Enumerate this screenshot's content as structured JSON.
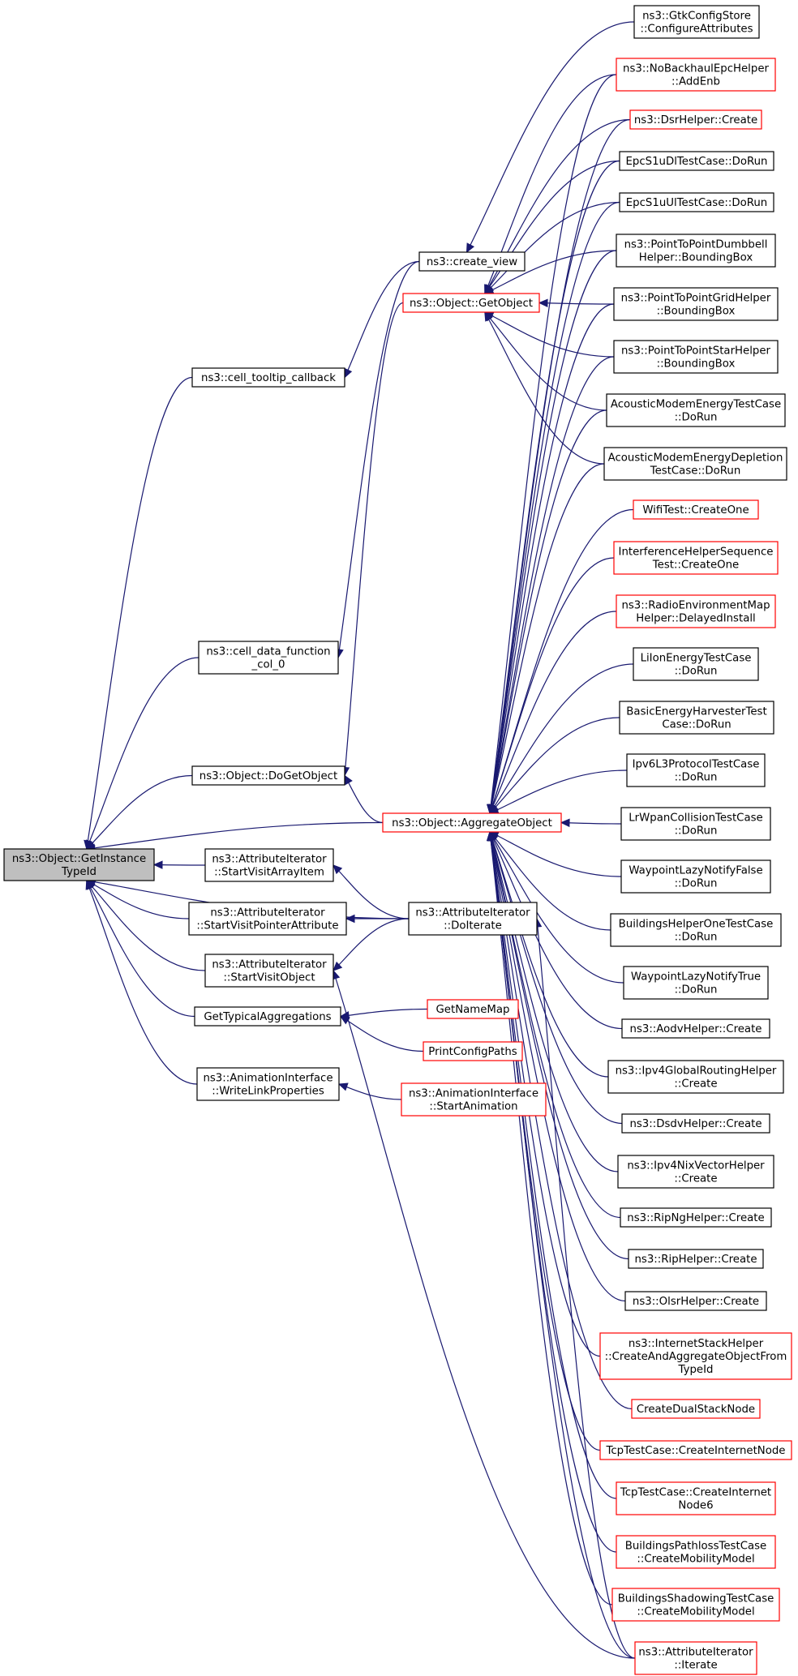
{
  "colors": {
    "edge": "#191970",
    "highlight_fill": "#bfbfbf",
    "normal_border": "#000000",
    "truncated_border": "#ff0000",
    "background": "#ffffff"
  },
  "nodes": [
    {
      "id": "root",
      "lines": [
        "ns3::Object::GetInstance",
        "TypeId"
      ],
      "style": "highlight"
    },
    {
      "id": "gtk",
      "lines": [
        "ns3::GtkConfigStore",
        "::ConfigureAttributes"
      ],
      "style": "normal"
    },
    {
      "id": "createview",
      "lines": [
        "ns3::create_view"
      ],
      "style": "normal"
    },
    {
      "id": "tooltip",
      "lines": [
        "ns3::cell_tooltip_callback"
      ],
      "style": "normal"
    },
    {
      "id": "celldata",
      "lines": [
        "ns3::cell_data_function",
        "_col_0"
      ],
      "style": "normal"
    },
    {
      "id": "dogetobject",
      "lines": [
        "ns3::Object::DoGetObject"
      ],
      "style": "normal"
    },
    {
      "id": "getobject",
      "lines": [
        "ns3::Object::GetObject"
      ],
      "style": "red"
    },
    {
      "id": "aggregate",
      "lines": [
        "ns3::Object::AggregateObject"
      ],
      "style": "red"
    },
    {
      "id": "visitarray",
      "lines": [
        "ns3::AttributeIterator",
        "::StartVisitArrayItem"
      ],
      "style": "normal"
    },
    {
      "id": "visitpointer",
      "lines": [
        "ns3::AttributeIterator",
        "::StartVisitPointerAttribute"
      ],
      "style": "normal"
    },
    {
      "id": "visitobject",
      "lines": [
        "ns3::AttributeIterator",
        "::StartVisitObject"
      ],
      "style": "normal"
    },
    {
      "id": "doiterate",
      "lines": [
        "ns3::AttributeIterator",
        "::DoIterate"
      ],
      "style": "normal"
    },
    {
      "id": "typicalagg",
      "lines": [
        "GetTypicalAggregations"
      ],
      "style": "normal"
    },
    {
      "id": "getnamemap",
      "lines": [
        "GetNameMap"
      ],
      "style": "red"
    },
    {
      "id": "printconfig",
      "lines": [
        "PrintConfigPaths"
      ],
      "style": "red"
    },
    {
      "id": "writelink",
      "lines": [
        "ns3::AnimationInterface",
        "::WriteLinkProperties"
      ],
      "style": "normal"
    },
    {
      "id": "startanim",
      "lines": [
        "ns3::AnimationInterface",
        "::StartAnimation"
      ],
      "style": "red"
    },
    {
      "id": "nobackhaul",
      "lines": [
        "ns3::NoBackhaulEpcHelper",
        "::AddEnb"
      ],
      "style": "red"
    },
    {
      "id": "dsrhelper",
      "lines": [
        "ns3::DsrHelper::Create"
      ],
      "style": "red"
    },
    {
      "id": "epcdl",
      "lines": [
        "EpcS1uDlTestCase::DoRun"
      ],
      "style": "normal"
    },
    {
      "id": "epcul",
      "lines": [
        "EpcS1uUlTestCase::DoRun"
      ],
      "style": "normal"
    },
    {
      "id": "p2pdumbbell",
      "lines": [
        "ns3::PointToPointDumbbell",
        "Helper::BoundingBox"
      ],
      "style": "normal"
    },
    {
      "id": "p2pgrid",
      "lines": [
        "ns3::PointToPointGridHelper",
        "::BoundingBox"
      ],
      "style": "normal"
    },
    {
      "id": "p2pstar",
      "lines": [
        "ns3::PointToPointStarHelper",
        "::BoundingBox"
      ],
      "style": "normal"
    },
    {
      "id": "acousticenergy",
      "lines": [
        "AcousticModemEnergyTestCase",
        "::DoRun"
      ],
      "style": "normal"
    },
    {
      "id": "acousticdepletion",
      "lines": [
        "AcousticModemEnergyDepletion",
        "TestCase::DoRun"
      ],
      "style": "normal"
    },
    {
      "id": "wifitest",
      "lines": [
        "WifiTest::CreateOne"
      ],
      "style": "red"
    },
    {
      "id": "interference",
      "lines": [
        "InterferenceHelperSequence",
        "Test::CreateOne"
      ],
      "style": "red"
    },
    {
      "id": "radioenv",
      "lines": [
        "ns3::RadioEnvironmentMap",
        "Helper::DelayedInstall"
      ],
      "style": "red"
    },
    {
      "id": "liion",
      "lines": [
        "LiIonEnergyTestCase",
        "::DoRun"
      ],
      "style": "normal"
    },
    {
      "id": "basicenergy",
      "lines": [
        "BasicEnergyHarvesterTest",
        "Case::DoRun"
      ],
      "style": "normal"
    },
    {
      "id": "ipv6l3",
      "lines": [
        "Ipv6L3ProtocolTestCase",
        "::DoRun"
      ],
      "style": "normal"
    },
    {
      "id": "lrwpan",
      "lines": [
        "LrWpanCollisionTestCase",
        "::DoRun"
      ],
      "style": "normal"
    },
    {
      "id": "waypointfalse",
      "lines": [
        "WaypointLazyNotifyFalse",
        "::DoRun"
      ],
      "style": "normal"
    },
    {
      "id": "buildingshelper",
      "lines": [
        "BuildingsHelperOneTestCase",
        "::DoRun"
      ],
      "style": "normal"
    },
    {
      "id": "waypointtrue",
      "lines": [
        "WaypointLazyNotifyTrue",
        "::DoRun"
      ],
      "style": "normal"
    },
    {
      "id": "aodv",
      "lines": [
        "ns3::AodvHelper::Create"
      ],
      "style": "normal"
    },
    {
      "id": "ipv4global",
      "lines": [
        "ns3::Ipv4GlobalRoutingHelper",
        "::Create"
      ],
      "style": "normal"
    },
    {
      "id": "dsdv",
      "lines": [
        "ns3::DsdvHelper::Create"
      ],
      "style": "normal"
    },
    {
      "id": "ipv4nix",
      "lines": [
        "ns3::Ipv4NixVectorHelper",
        "::Create"
      ],
      "style": "normal"
    },
    {
      "id": "ripng",
      "lines": [
        "ns3::RipNgHelper::Create"
      ],
      "style": "normal"
    },
    {
      "id": "rip",
      "lines": [
        "ns3::RipHelper::Create"
      ],
      "style": "normal"
    },
    {
      "id": "olsr",
      "lines": [
        "ns3::OlsrHelper::Create"
      ],
      "style": "normal"
    },
    {
      "id": "internetstack",
      "lines": [
        "ns3::InternetStackHelper",
        "::CreateAndAggregateObjectFrom",
        "TypeId"
      ],
      "style": "red"
    },
    {
      "id": "dualstack",
      "lines": [
        "CreateDualStackNode"
      ],
      "style": "red"
    },
    {
      "id": "tcpinternet",
      "lines": [
        "TcpTestCase::CreateInternetNode"
      ],
      "style": "red"
    },
    {
      "id": "tcpinternet6",
      "lines": [
        "TcpTestCase::CreateInternet",
        "Node6"
      ],
      "style": "red"
    },
    {
      "id": "buildingspathloss",
      "lines": [
        "BuildingsPathlossTestCase",
        "::CreateMobilityModel"
      ],
      "style": "red"
    },
    {
      "id": "buildingsshadowing",
      "lines": [
        "BuildingsShadowingTestCase",
        "::CreateMobilityModel"
      ],
      "style": "red"
    },
    {
      "id": "iterate",
      "lines": [
        "ns3::AttributeIterator",
        "::Iterate"
      ],
      "style": "red"
    }
  ],
  "edges": [
    [
      "tooltip",
      "root"
    ],
    [
      "celldata",
      "root"
    ],
    [
      "dogetobject",
      "root"
    ],
    [
      "aggregate",
      "root"
    ],
    [
      "visitarray",
      "root"
    ],
    [
      "visitpointer",
      "root"
    ],
    [
      "visitobject",
      "root"
    ],
    [
      "doiterate",
      "root"
    ],
    [
      "typicalagg",
      "root"
    ],
    [
      "writelink",
      "root"
    ],
    [
      "createview",
      "tooltip"
    ],
    [
      "createview",
      "celldata"
    ],
    [
      "gtk",
      "createview"
    ],
    [
      "getobject",
      "dogetobject"
    ],
    [
      "aggregate",
      "dogetobject"
    ],
    [
      "doiterate",
      "visitarray"
    ],
    [
      "doiterate",
      "visitpointer"
    ],
    [
      "doiterate",
      "visitobject"
    ],
    [
      "iterate",
      "visitobject"
    ],
    [
      "iterate",
      "doiterate"
    ],
    [
      "getnamemap",
      "typicalagg"
    ],
    [
      "printconfig",
      "typicalagg"
    ],
    [
      "startanim",
      "writelink"
    ],
    [
      "nobackhaul",
      "getobject"
    ],
    [
      "dsrhelper",
      "getobject"
    ],
    [
      "epcdl",
      "getobject"
    ],
    [
      "epcul",
      "getobject"
    ],
    [
      "p2pdumbbell",
      "getobject"
    ],
    [
      "p2pgrid",
      "getobject"
    ],
    [
      "p2pstar",
      "getobject"
    ],
    [
      "acousticenergy",
      "getobject"
    ],
    [
      "acousticdepletion",
      "getobject"
    ],
    [
      "nobackhaul",
      "aggregate"
    ],
    [
      "dsrhelper",
      "aggregate"
    ],
    [
      "epcdl",
      "aggregate"
    ],
    [
      "epcul",
      "aggregate"
    ],
    [
      "p2pdumbbell",
      "aggregate"
    ],
    [
      "p2pgrid",
      "aggregate"
    ],
    [
      "p2pstar",
      "aggregate"
    ],
    [
      "acousticenergy",
      "aggregate"
    ],
    [
      "acousticdepletion",
      "aggregate"
    ],
    [
      "wifitest",
      "aggregate"
    ],
    [
      "interference",
      "aggregate"
    ],
    [
      "radioenv",
      "aggregate"
    ],
    [
      "liion",
      "aggregate"
    ],
    [
      "basicenergy",
      "aggregate"
    ],
    [
      "ipv6l3",
      "aggregate"
    ],
    [
      "lrwpan",
      "aggregate"
    ],
    [
      "waypointfalse",
      "aggregate"
    ],
    [
      "buildingshelper",
      "aggregate"
    ],
    [
      "waypointtrue",
      "aggregate"
    ],
    [
      "aodv",
      "aggregate"
    ],
    [
      "ipv4global",
      "aggregate"
    ],
    [
      "dsdv",
      "aggregate"
    ],
    [
      "ipv4nix",
      "aggregate"
    ],
    [
      "ripng",
      "aggregate"
    ],
    [
      "rip",
      "aggregate"
    ],
    [
      "olsr",
      "aggregate"
    ],
    [
      "internetstack",
      "aggregate"
    ],
    [
      "dualstack",
      "aggregate"
    ],
    [
      "tcpinternet",
      "aggregate"
    ],
    [
      "tcpinternet6",
      "aggregate"
    ],
    [
      "buildingspathloss",
      "aggregate"
    ],
    [
      "buildingsshadowing",
      "aggregate"
    ],
    [
      "iterate",
      "aggregate"
    ]
  ]
}
